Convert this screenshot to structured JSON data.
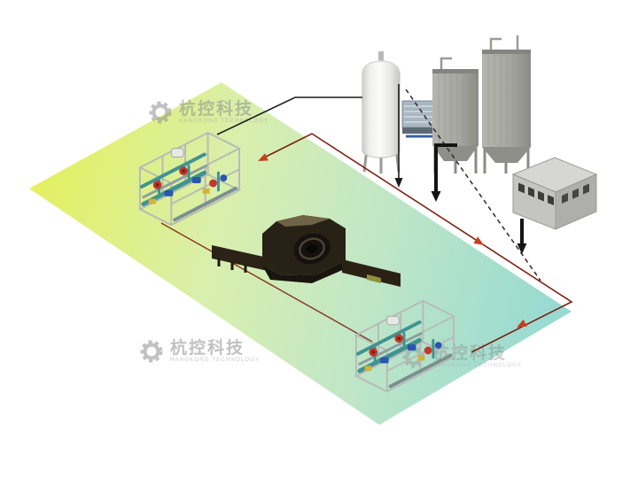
{
  "watermark": {
    "brand": "杭控科技",
    "subtitle": "HANGKONG TECHNOLOGY",
    "color": "#8f8f8f"
  },
  "palette": {
    "background": "#ffffff",
    "floor_yellow": "#e4f05e",
    "floor_mid": "#cdeab4",
    "floor_teal": "#94d9d3",
    "line_black": "#1c1c1c",
    "loop_red_line": "#7c2013",
    "arrow_red": "#c8401f",
    "skid_frame": "#b7bbb7",
    "pipe_teal": "#3f9391",
    "pump_red": "#c0392b",
    "valve_blue": "#2a55b0",
    "accent_yellow": "#d4b13a",
    "tank_white": "#f6f6f4",
    "silo_gray": "#a6a6a1",
    "building_gray": "#c4c4c0",
    "machine_dark": "#241d14"
  },
  "components": [
    "storage-tank",
    "vaporizer-unit",
    "powder-silos",
    "utility-building",
    "pipe-skid-upper",
    "pipe-skid-lower",
    "central-machine",
    "circulation-loop"
  ]
}
